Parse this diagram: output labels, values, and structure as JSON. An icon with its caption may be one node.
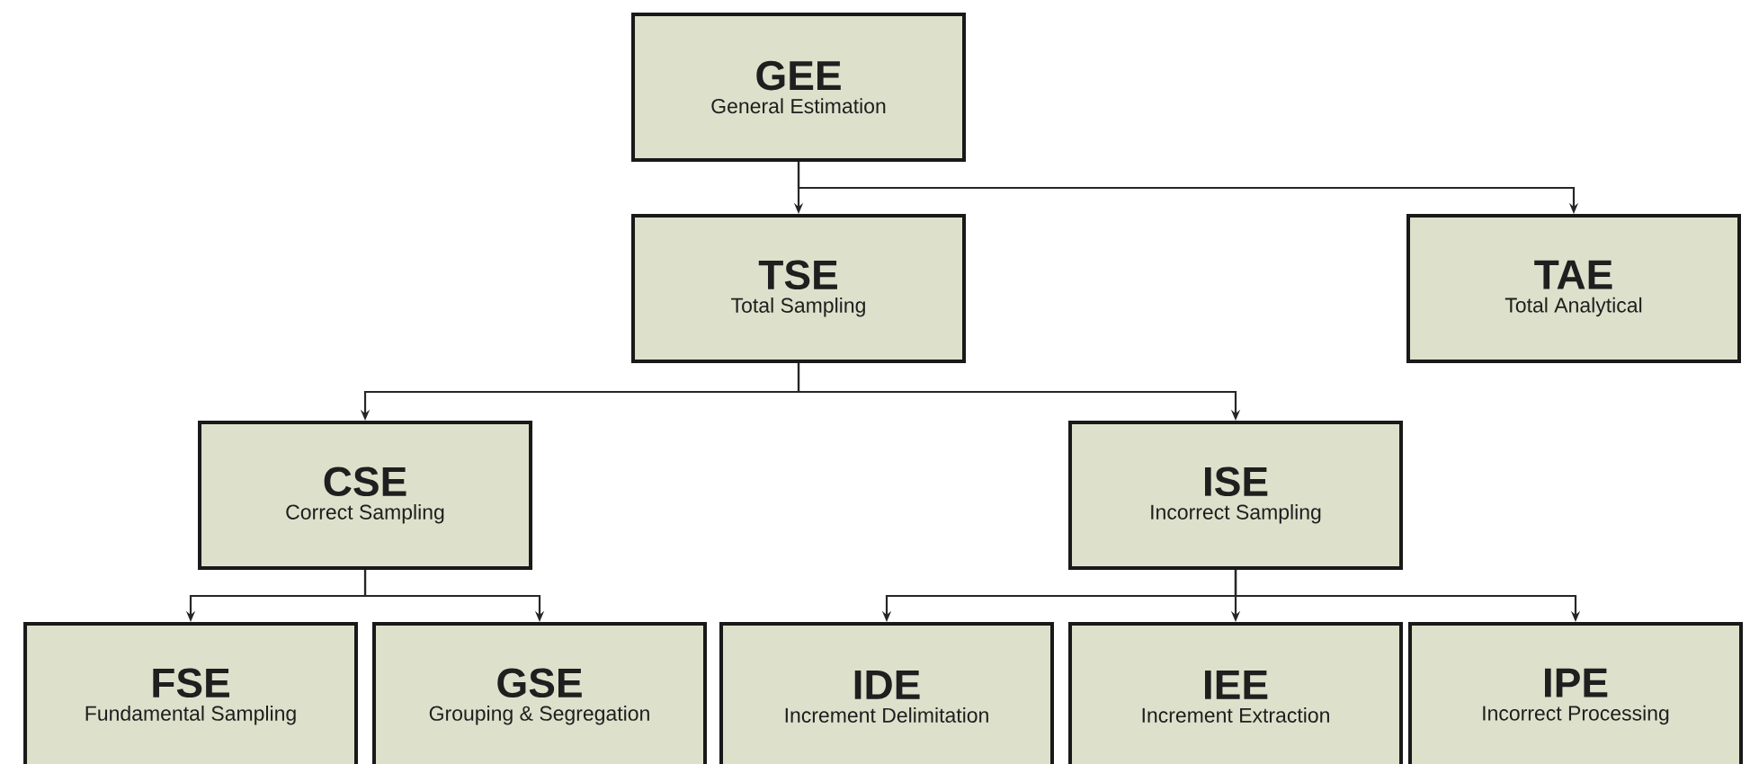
{
  "diagram": {
    "nodes": [
      {
        "text": [
          "GEE",
          "General Estimation"
        ]
      },
      {
        "text": [
          "TSE",
          "Total Sampling"
        ]
      },
      {
        "text": [
          "TAE",
          "Total Analytical"
        ]
      },
      {
        "text": [
          "CSE",
          "Correct Sampling"
        ]
      },
      {
        "text": [
          "ISE",
          "Incorrect Sampling"
        ]
      },
      {
        "text": [
          "FSE",
          "Fundamental Sampling"
        ]
      },
      {
        "text": [
          "GSE",
          "Grouping & Segregation"
        ]
      },
      {
        "text": [
          "IDE",
          "Increment Delimitation"
        ]
      },
      {
        "text": [
          "IEE",
          "Increment Extraction"
        ]
      },
      {
        "text": [
          "IPE",
          "Incorrect Processing"
        ]
      }
    ],
    "edges": [
      {
        "from": 0,
        "to": 1,
        "arrow": "to"
      },
      {
        "from": 0,
        "to": 2,
        "arrow": "to"
      },
      {
        "from": 1,
        "to": 3,
        "arrow": "to"
      },
      {
        "from": 1,
        "to": 4,
        "arrow": "to"
      },
      {
        "from": 3,
        "to": 5,
        "arrow": "to"
      },
      {
        "from": 3,
        "to": 6,
        "arrow": "to"
      },
      {
        "from": 4,
        "to": 7,
        "arrow": "to"
      },
      {
        "from": 4,
        "to": 8,
        "arrow": "to"
      },
      {
        "from": 4,
        "to": 9,
        "arrow": "to"
      }
    ]
  }
}
